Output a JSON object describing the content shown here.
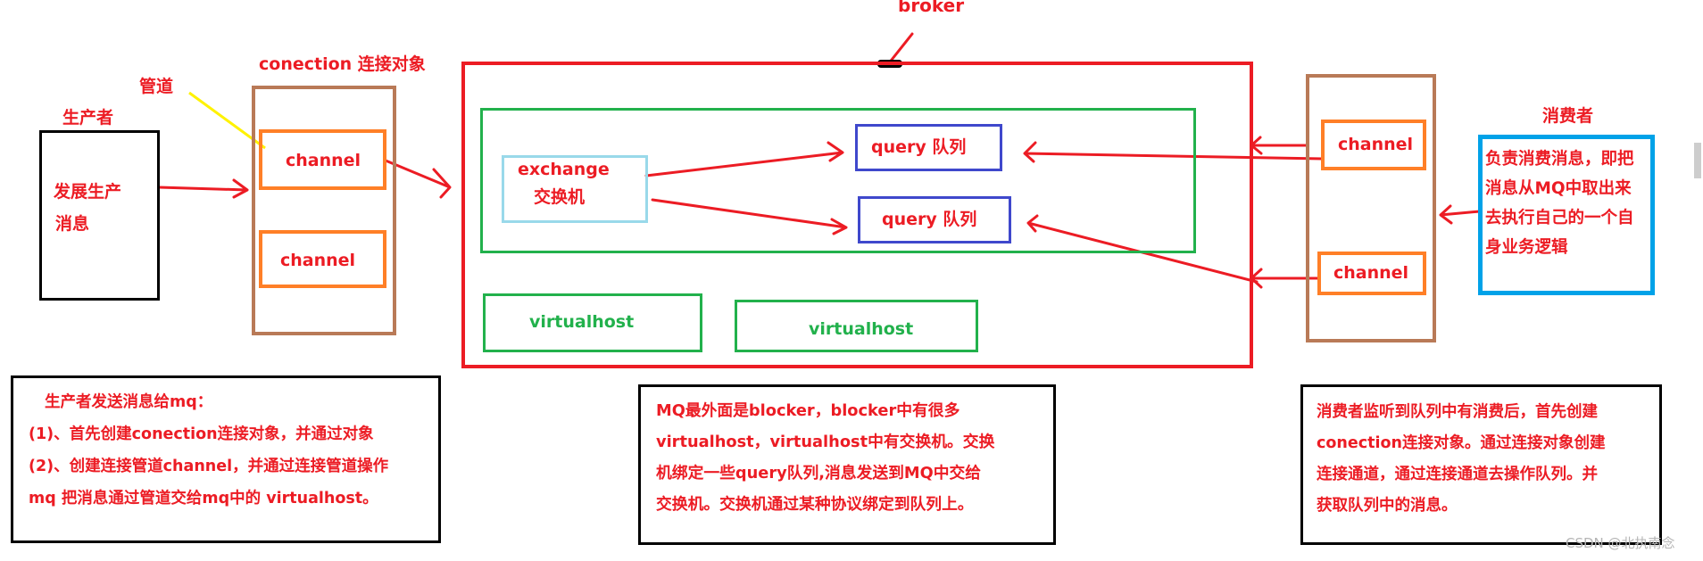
{
  "colors": {
    "text_red": "#ec1c24",
    "text_green": "#22b14c",
    "text_blue": "#3f48cc",
    "border_black": "#000000",
    "border_brown": "#b97a57",
    "border_orange": "#ff7f27",
    "border_red": "#ec1c24",
    "border_green": "#22b14c",
    "border_lightblue": "#99d9ea",
    "border_cyan": "#00a2e8",
    "arrow_red": "#ec1c24",
    "pointer_yellow": "#fff200"
  },
  "broker": {
    "label": "broker"
  },
  "producer": {
    "title": "生产者",
    "body_line1": "发展生产",
    "body_line2": "消息"
  },
  "pipe": {
    "label": "管道"
  },
  "connection": {
    "title": "conection 连接对象",
    "channel_1": "channel",
    "channel_2": "channel"
  },
  "exchange": {
    "line1": "exchange",
    "line2": "交换机"
  },
  "queues": {
    "queue_1": "query 队列",
    "queue_2": "query 队列"
  },
  "virtualhosts": {
    "vhost_1": "virtualhost",
    "vhost_2": "virtualhost"
  },
  "consumer": {
    "title": "消费者",
    "channel_1": "channel",
    "channel_2": "channel",
    "desc_lines": [
      "负责消费消息，即把",
      "消息从MQ中取出来",
      "去执行自己的一个自",
      "身业务逻辑"
    ]
  },
  "notes": {
    "producer_note": [
      "生产者发送消息给mq：",
      "(1)、首先创建conection连接对象，并通过对象",
      "(2)、创建连接管道channel，并通过连接管道操作",
      "mq 把消息通过管道交给mq中的 virtualhost。"
    ],
    "broker_note": [
      "MQ最外面是blocker，blocker中有很多",
      "virtualhost，virtualhost中有交换机。交换",
      "机绑定一些query队列,消息发送到MQ中交给",
      "交换机。交换机通过某种协议绑定到队列上。"
    ],
    "consumer_note": [
      "消费者监听到队列中有消费后，首先创建",
      "conection连接对象。通过连接对象创建",
      "连接通道，通过连接通道去操作队列。并",
      "获取队列中的消息。"
    ]
  },
  "watermark": "CSDN @北执南念"
}
